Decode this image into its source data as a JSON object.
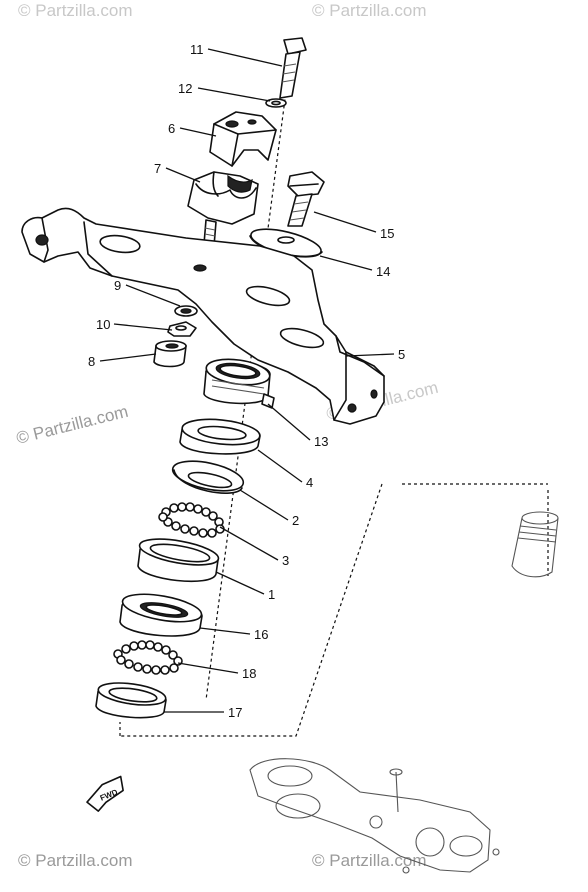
{
  "watermarks": {
    "top_left": "© Partzilla.com",
    "top_right": "© Partzilla.com",
    "mid_left": "© Partzilla.com",
    "mid_right": "© Partzilla.com",
    "bottom_left": "© Partzilla.com",
    "bottom_right": "© Partzilla.com"
  },
  "fwd_label": "FWD",
  "callouts": {
    "c11": "11",
    "c12": "12",
    "c6": "6",
    "c7": "7",
    "c15": "15",
    "c14": "14",
    "c9": "9",
    "c10": "10",
    "c8": "8",
    "c5": "5",
    "c13": "13",
    "c4": "4",
    "c2": "2",
    "c3": "3",
    "c1": "1",
    "c16": "16",
    "c18": "18",
    "c17": "17"
  }
}
